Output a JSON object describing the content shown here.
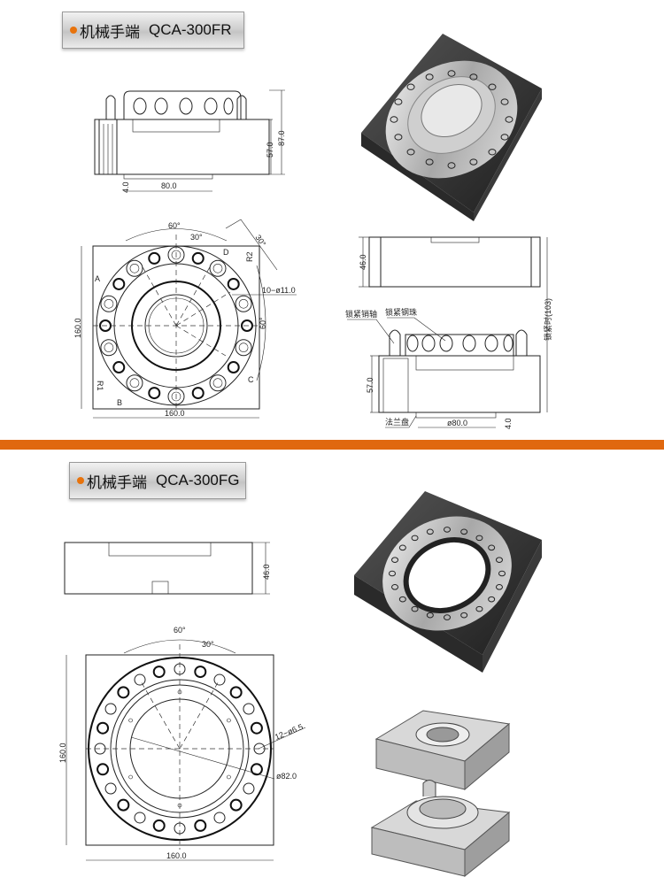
{
  "sections": [
    {
      "title_cn": "机械手端",
      "model": "QCA-300FR",
      "side_view": {
        "dims": [
          "87.0",
          "57.0",
          "4.0",
          "80.0"
        ]
      },
      "top_view": {
        "dims": [
          "160.0",
          "160.0"
        ],
        "angles": [
          "60°",
          "30°",
          "30°",
          "60°"
        ],
        "holes": "10−ø11.0",
        "marks": [
          "A",
          "B",
          "C",
          "D",
          "R1",
          "R2"
        ]
      },
      "section_view": {
        "dims": [
          "46.0",
          "57.0",
          "ø80.0",
          "4.0"
        ],
        "locked_height": "锁紧时(103)",
        "callouts": [
          "锁紧销轴",
          "锁紧钢珠",
          "法兰盘"
        ]
      }
    },
    {
      "title_cn": "机械手端",
      "model": "QCA-300FG",
      "side_view": {
        "dims": [
          "46.0"
        ]
      },
      "top_view": {
        "dims": [
          "160.0",
          "160.0"
        ],
        "angles": [
          "60°",
          "30°"
        ],
        "holes": "12−ø6.5",
        "diameter": "ø82.0"
      }
    }
  ],
  "colors": {
    "accent": "#e0680f",
    "dot": "#e8730c"
  }
}
